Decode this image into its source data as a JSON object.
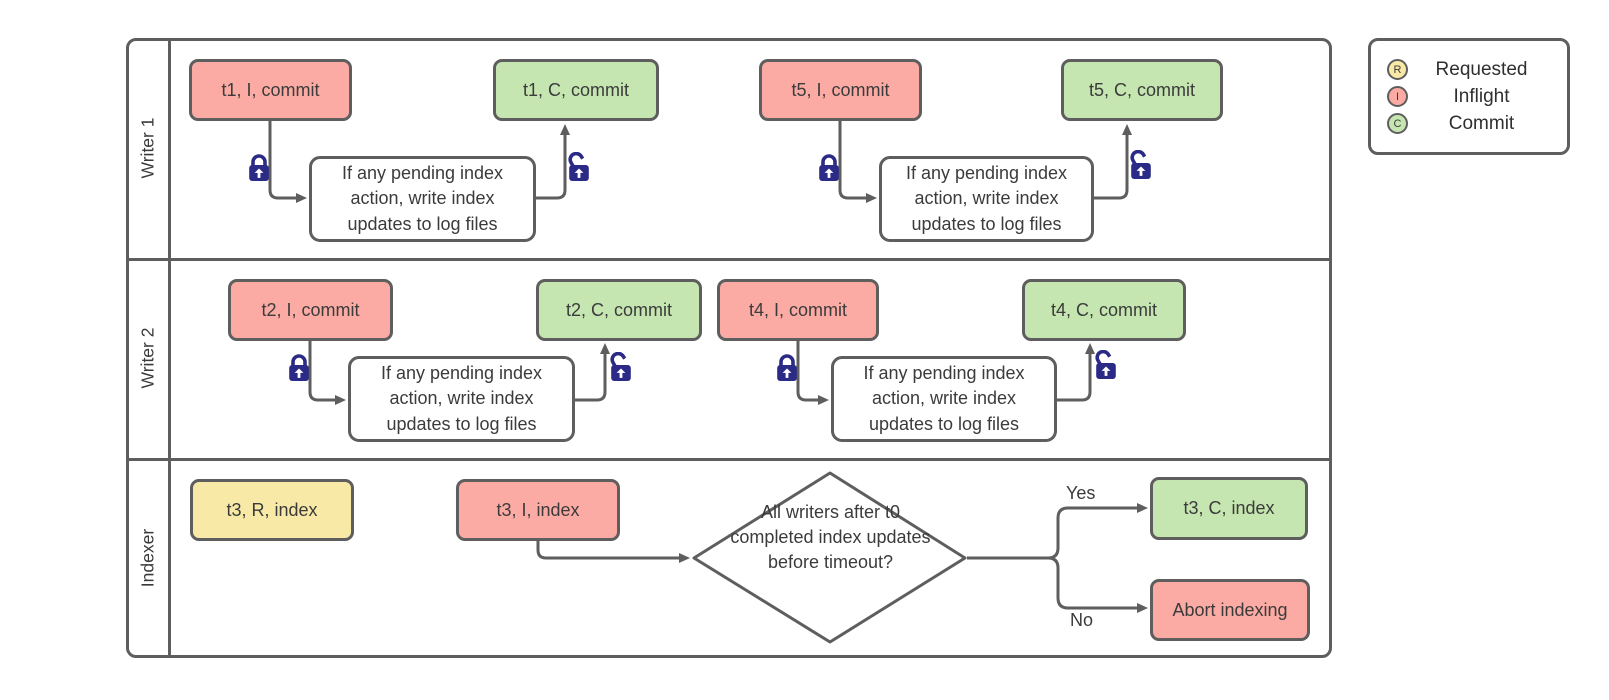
{
  "colors": {
    "requested-color": "#f8e9a6",
    "inflight-color": "#fbaba3",
    "commit-color": "#c5e6b0",
    "lock-color": "#2b2b87",
    "stroke-color": "#5e5e5e",
    "text-color": "#3b3b3b"
  },
  "lanes": [
    {
      "label": "Writer 1"
    },
    {
      "label": "Writer 2"
    },
    {
      "label": "Indexer"
    }
  ],
  "nodes": {
    "t1_inflight": "t1, I, commit",
    "t1_commit": "t1, C, commit",
    "t5_inflight": "t5, I, commit",
    "t5_commit": "t5, C, commit",
    "t2_inflight": "t2, I, commit",
    "t2_commit": "t2, C, commit",
    "t4_inflight": "t4, I, commit",
    "t4_commit": "t4, C, commit",
    "t3_requested": "t3, R, index",
    "t3_inflight": "t3, I, index",
    "t3_commit": "t3, C, index",
    "abort": "Abort indexing",
    "process_text": "If any pending index action, write index updates to log files",
    "decision_text": "All writers after t0 completed index updates before timeout?"
  },
  "edge_labels": {
    "yes": "Yes",
    "no": "No"
  },
  "legend": {
    "items": [
      {
        "letter": "R",
        "label": "Requested"
      },
      {
        "letter": "I",
        "label": "Inflight"
      },
      {
        "letter": "C",
        "label": "Commit"
      }
    ]
  }
}
